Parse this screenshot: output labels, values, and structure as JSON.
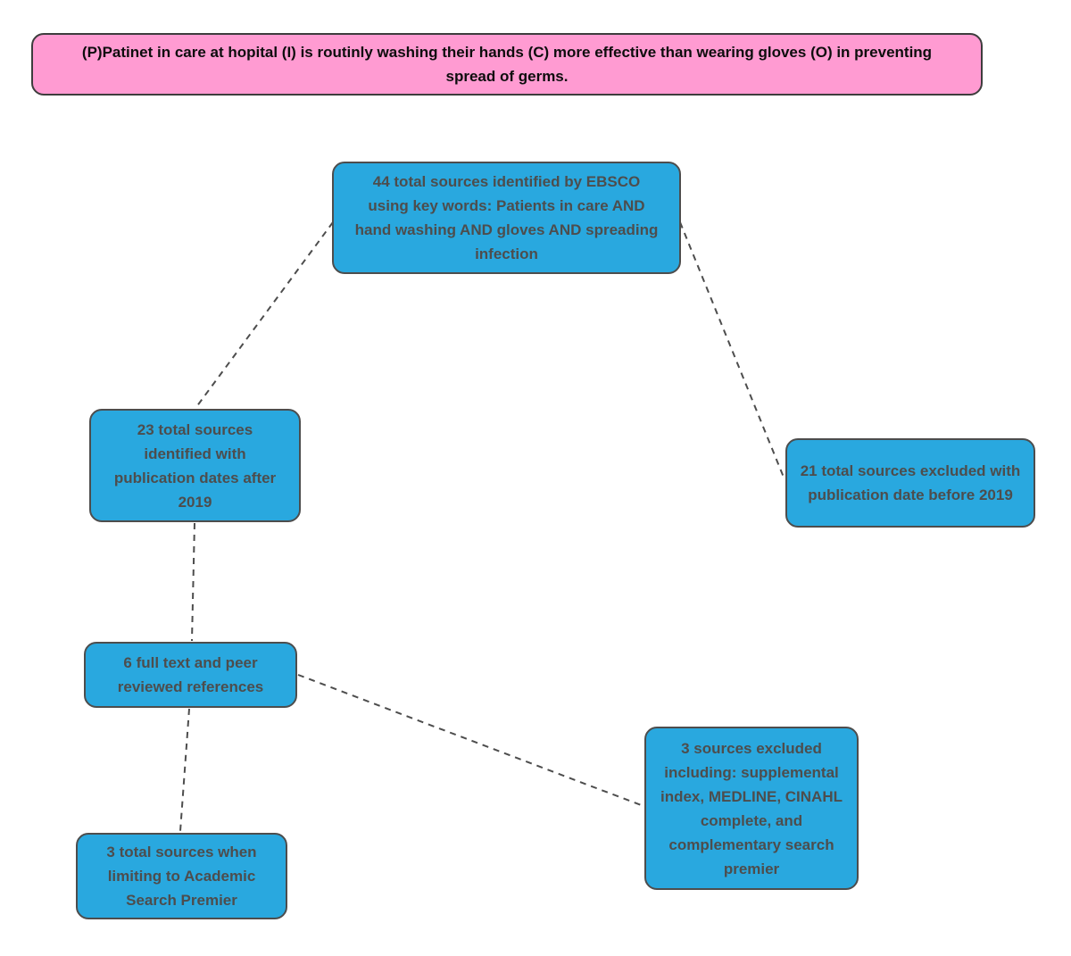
{
  "palette": {
    "background": "#ffffff",
    "banner_fill": "#ff9bd2",
    "banner_border": "#3d3d3d",
    "banner_text": "#0d0d0d",
    "node_fill": "#29a8df",
    "node_border": "#4d4d4d",
    "node_text": "#4d4d4d",
    "connector": "#4d4d4d"
  },
  "banner": {
    "text": "(P)Patinet in care at hopital (I) is routinly washing their hands (C) more effective than wearing gloves (O) in preventing spread of germs."
  },
  "nodes": {
    "total_44": {
      "text": "44 total sources identified by EBSCO using key words: Patients in care AND hand washing AND gloves AND spreading infection"
    },
    "included_23": {
      "text": "23 total sources identified with publication dates after 2019"
    },
    "excluded_21": {
      "text": "21 total sources excluded with publication date before 2019"
    },
    "fulltext_6": {
      "text": "6 full text and peer reviewed references"
    },
    "excluded_3": {
      "text": "3 sources excluded including: supplemental index, MEDLINE, CINAHL complete, and complementary search premier"
    },
    "final_3": {
      "text": "3 total sources when limiting to Academic Search Premier"
    }
  }
}
